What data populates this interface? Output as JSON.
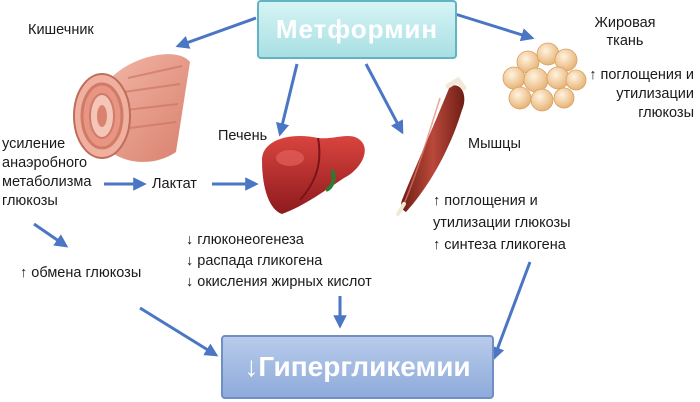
{
  "title": "Метформин",
  "result": "↓Гипергликемии",
  "intestine": {
    "label": "Кишечник",
    "effect_lines": [
      "усиление",
      "анаэробного",
      "метаболизма",
      "глюкозы"
    ],
    "lactate": "Лактат",
    "exchange": "↑ обмена глюкозы"
  },
  "liver": {
    "label": "Печень",
    "effects": [
      "↓ глюконеогенеза",
      "↓ распада гликогена",
      "↓ окисления жирных кислот"
    ]
  },
  "muscle": {
    "label": "Мышцы",
    "effects": [
      "↑ поглощения и",
      "утилизации глюкозы",
      "↑ синтеза гликогена"
    ]
  },
  "fat": {
    "label_lines": [
      "Жировая",
      "ткань"
    ],
    "effect_lines": [
      "↑ поглощения и",
      "утилизации",
      "глюкозы"
    ]
  },
  "colors": {
    "arrow": "#4a76c4",
    "title_box": "#a8dfe3",
    "result_box": "#8eabdb",
    "liver": "#b8232a",
    "muscle": "#8a2a1e",
    "fat": "#f2c48a",
    "intestine": "#e59a86"
  }
}
